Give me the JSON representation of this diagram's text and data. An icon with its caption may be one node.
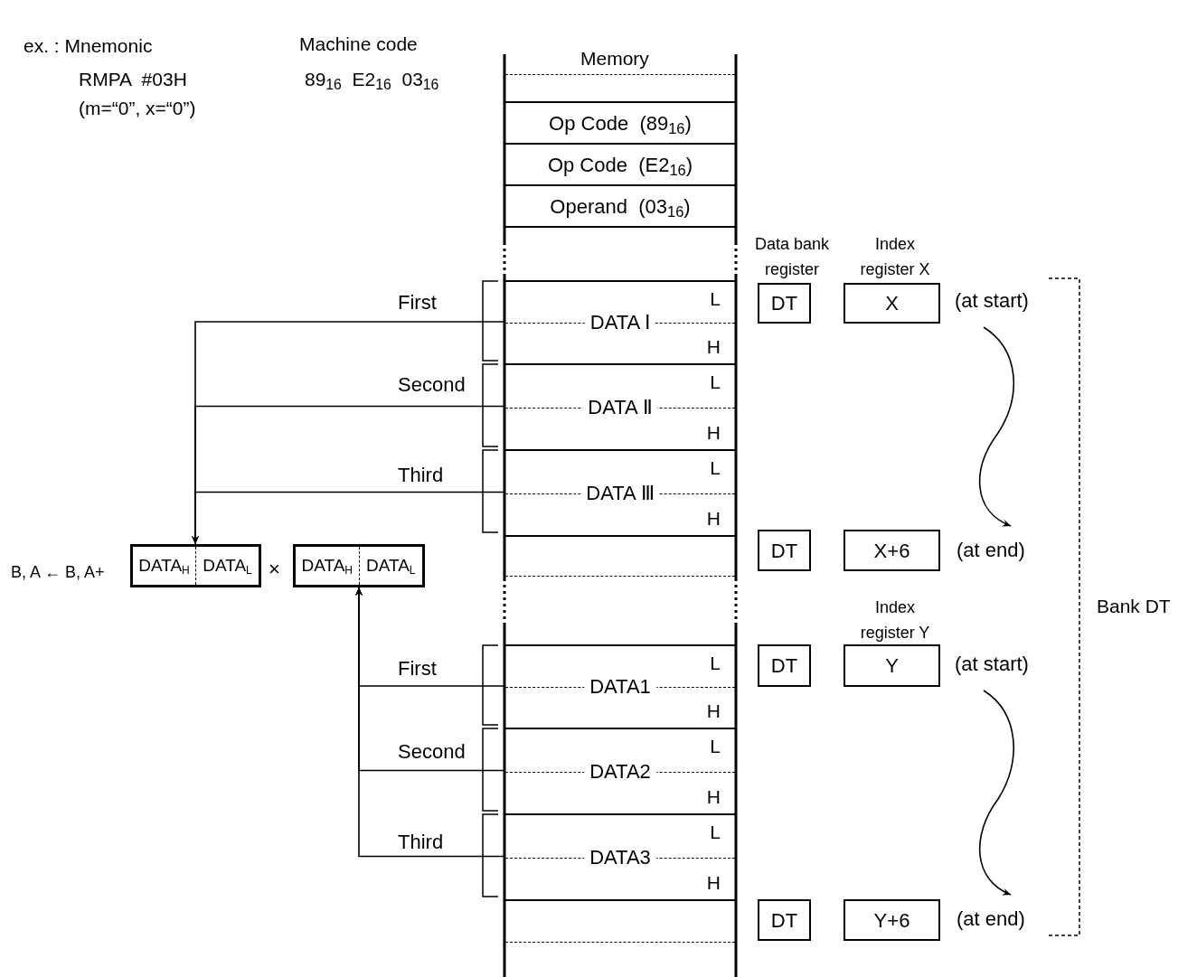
{
  "diagram": {
    "nodes": [
      {
        "text": [],
        "shape": "box"
      },
      {
        "text": [
          "Op Code  (89$_{16}$)"
        ]
      },
      {
        "text": [
          "Op Code  (E2$_{16}$)"
        ]
      },
      {
        "text": [
          "Operand  (03$_{16}$)"
        ]
      },
      {
        "text": [],
        "shape": "box"
      },
      {
        "text": [
          "L",
          "DATA Ⅰ",
          "H"
        ]
      },
      {
        "text": [
          "L",
          "DATA Ⅱ",
          "H"
        ]
      },
      {
        "text": [
          "L",
          "DATA Ⅲ",
          "H"
        ]
      },
      {
        "text": [],
        "shape": "box"
      },
      {
        "text": [
          "L",
          "DATA1",
          "H"
        ]
      },
      {
        "text": [
          "L",
          "DATA2",
          "H"
        ]
      },
      {
        "text": [
          "L",
          "DATA3",
          "H"
        ]
      },
      {
        "text": [],
        "shape": "box"
      },
      {
        "text": [
          "DATA$_{H}$",
          "DATA$_{L}$"
        ]
      },
      {
        "text": [
          "DATA$_{H}$",
          "DATA$_{L}$"
        ]
      },
      {
        "text": [
          "DT"
        ]
      },
      {
        "text": [
          "X"
        ]
      },
      {
        "text": [
          "(at start)"
        ]
      },
      {
        "text": [
          "DT"
        ]
      },
      {
        "text": [
          "X+6"
        ]
      },
      {
        "text": [
          "(at end)"
        ]
      },
      {
        "text": [
          "DT"
        ]
      },
      {
        "text": [
          "Y"
        ]
      },
      {
        "text": [
          "(at start)"
        ]
      },
      {
        "text": [
          "DT"
        ]
      },
      {
        "text": [
          "Y+6"
        ]
      },
      {
        "text": [
          "(at end)"
        ]
      }
    ],
    "edges": [
      {
        "from": 5,
        "to": 13,
        "arrow": "to",
        "label": "First"
      },
      {
        "from": 6,
        "to": 13,
        "arrow": "to",
        "label": "Second"
      },
      {
        "from": 7,
        "to": 13,
        "arrow": "to",
        "label": "Third"
      },
      {
        "from": 9,
        "to": 14,
        "arrow": "to",
        "label": "First"
      },
      {
        "from": 10,
        "to": 14,
        "arrow": "to",
        "label": "Second"
      },
      {
        "from": 11,
        "to": 14,
        "arrow": "to",
        "label": "Third"
      },
      {
        "from": 17,
        "to": 20,
        "arrow": "to"
      },
      {
        "from": 23,
        "to": 26,
        "arrow": "to"
      }
    ],
    "labels": [
      "ex. : Mnemonic",
      "Machine code",
      "Memory",
      "RMPA  #03H",
      "89$_{16}$  E2$_{16}$  03$_{16}$",
      "(m=“0”, x=“0”)",
      "Data bank register",
      "Index register X",
      "B, A ← B, A+",
      "×",
      "Index register Y",
      "Bank DT"
    ]
  }
}
